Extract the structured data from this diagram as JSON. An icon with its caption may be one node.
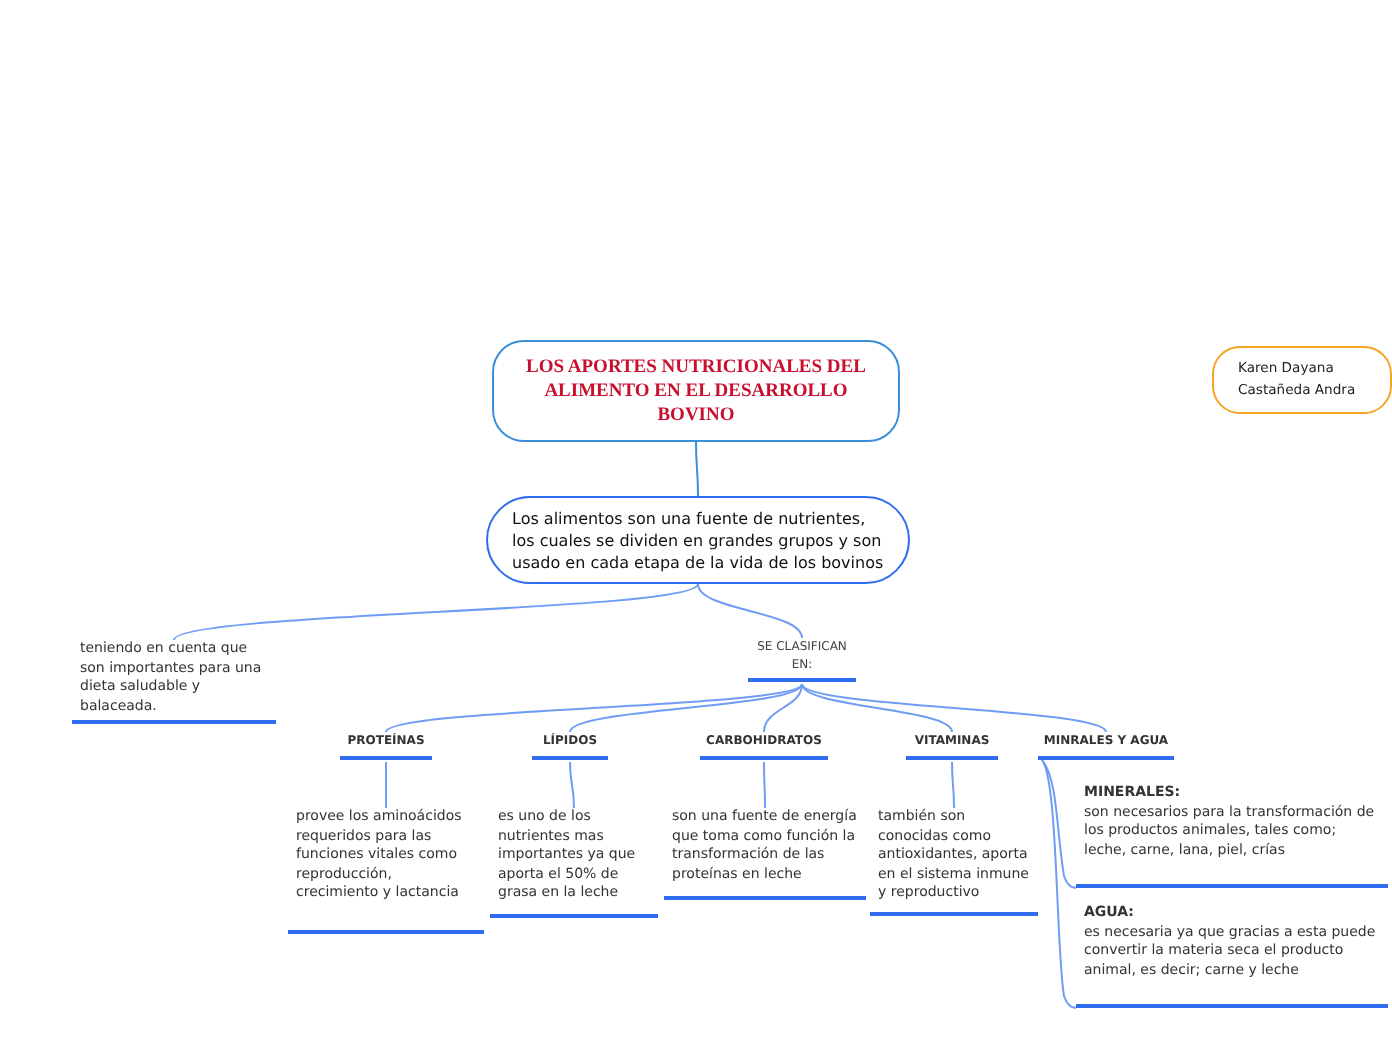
{
  "diagram": {
    "nodes": [
      {
        "text": [
          "LOS APORTES NUTRICIONALES DEL ALIMENTO EN EL DESARROLLO BOVINO"
        ]
      },
      {
        "text": [
          "Los alimentos son una fuente de nutrientes, los cuales se dividen en grandes grupos y son usado en cada etapa de la vida de los bovinos"
        ]
      },
      {
        "text": [
          "teniendo en cuenta que son importantes para una dieta saludable y balaceada."
        ]
      },
      {
        "text": [
          "SE CLASIFICAN EN:"
        ]
      },
      {
        "text": [
          "PROTEÍNAS"
        ]
      },
      {
        "text": [
          "LÍPIDOS"
        ]
      },
      {
        "text": [
          "CARBOHIDRATOS"
        ]
      },
      {
        "text": [
          "VITAMINAS"
        ]
      },
      {
        "text": [
          "MINRALES Y AGUA"
        ]
      },
      {
        "text": [
          "provee los aminoácidos requeridos para las funciones vitales como reproducción, crecimiento y lactancia"
        ]
      },
      {
        "text": [
          "es uno de los nutrientes mas importantes ya que aporta el 50% de grasa en la leche"
        ]
      },
      {
        "text": [
          "son una fuente de energía que toma como función la transformación de las proteínas en leche"
        ]
      },
      {
        "text": [
          "también son conocidas como antioxidantes, aporta en el sistema inmune y reproductivo"
        ]
      },
      {
        "text": [
          "MINERALES:",
          "son necesarios para la transformación de los productos animales, tales como; leche, carne, lana, piel, crías"
        ]
      },
      {
        "text": [
          "AGUA:",
          "es necesaria ya que gracias a esta puede convertir la materia seca el producto animal, es decir; carne y leche"
        ]
      },
      {
        "text": [
          "Karen Dayana Castañeda Andra"
        ]
      }
    ],
    "edges": [
      {
        "from": 0,
        "to": 1,
        "arrow": "none"
      },
      {
        "from": 1,
        "to": 2,
        "arrow": "none"
      },
      {
        "from": 1,
        "to": 3,
        "arrow": "none"
      },
      {
        "from": 3,
        "to": 4,
        "arrow": "none"
      },
      {
        "from": 3,
        "to": 5,
        "arrow": "none"
      },
      {
        "from": 3,
        "to": 6,
        "arrow": "none"
      },
      {
        "from": 3,
        "to": 7,
        "arrow": "none"
      },
      {
        "from": 3,
        "to": 8,
        "arrow": "none"
      },
      {
        "from": 4,
        "to": 9,
        "arrow": "none"
      },
      {
        "from": 5,
        "to": 10,
        "arrow": "none"
      },
      {
        "from": 6,
        "to": 11,
        "arrow": "none"
      },
      {
        "from": 7,
        "to": 12,
        "arrow": "none"
      },
      {
        "from": 8,
        "to": 13,
        "arrow": "none"
      },
      {
        "from": 8,
        "to": 14,
        "arrow": "none"
      }
    ]
  }
}
